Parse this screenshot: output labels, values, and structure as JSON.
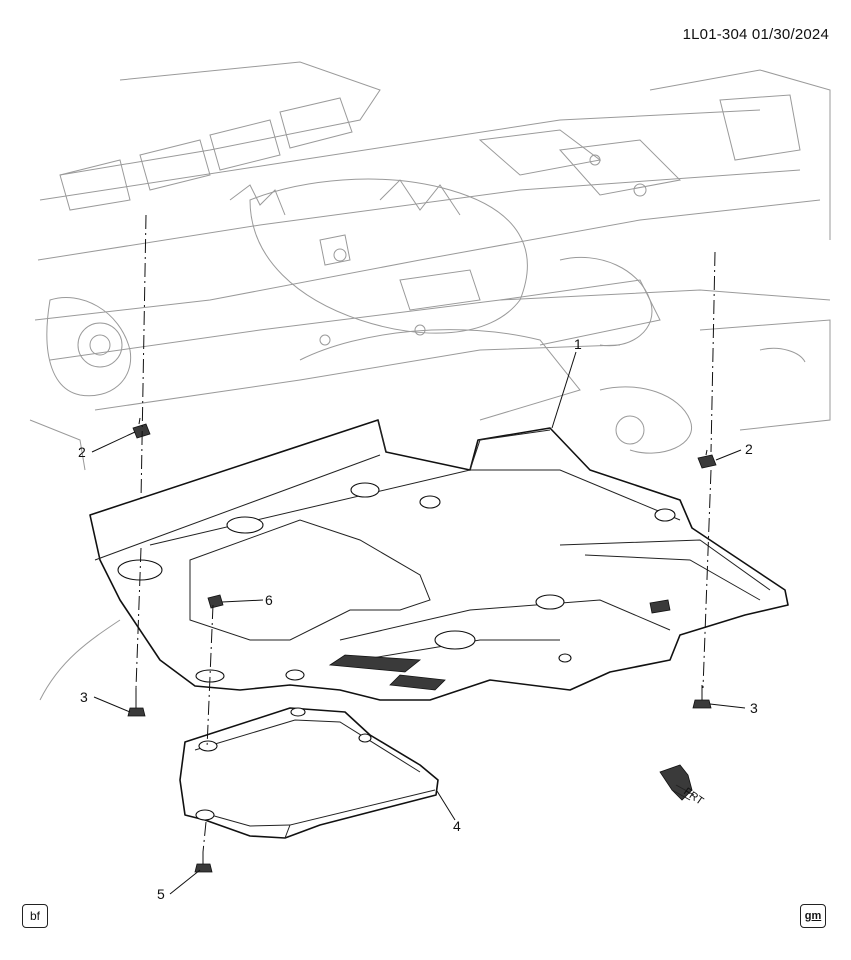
{
  "header": {
    "ref_code": "1L01-304  01/30/2024"
  },
  "callouts": [
    {
      "id": "c1",
      "label": "1"
    },
    {
      "id": "c2l",
      "label": "2"
    },
    {
      "id": "c2r",
      "label": "2"
    },
    {
      "id": "c3l",
      "label": "3"
    },
    {
      "id": "c3r",
      "label": "3"
    },
    {
      "id": "c4",
      "label": "4"
    },
    {
      "id": "c5",
      "label": "5"
    },
    {
      "id": "c6",
      "label": "6"
    }
  ],
  "direction_arrow": {
    "label": "FRT"
  },
  "badges": {
    "left": "bf",
    "right": "gm"
  }
}
